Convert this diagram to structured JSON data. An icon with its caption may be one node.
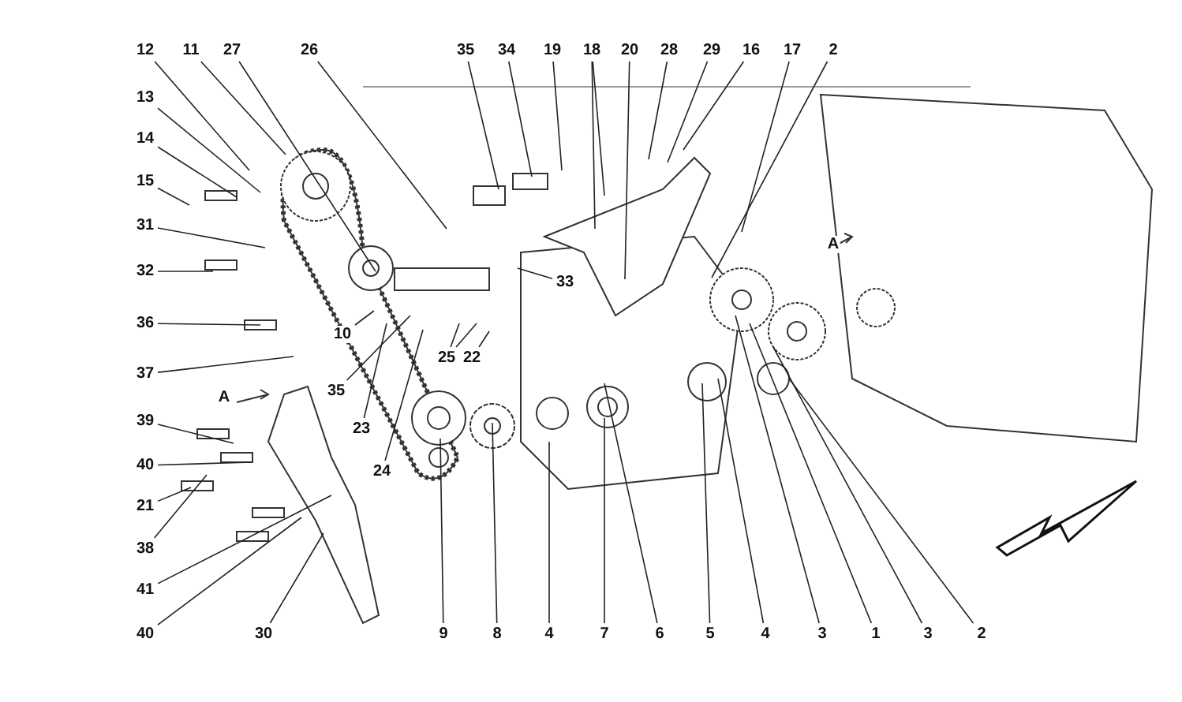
{
  "diagram": {
    "nodes": [
      {
        "text": [
          "12"
        ]
      },
      {
        "text": [
          "11"
        ]
      },
      {
        "text": [
          "27"
        ]
      },
      {
        "text": [
          "26"
        ]
      },
      {
        "text": [
          "35"
        ]
      },
      {
        "text": [
          "34"
        ]
      },
      {
        "text": [
          "19"
        ]
      },
      {
        "text": [
          "18"
        ]
      },
      {
        "text": [
          "20"
        ]
      },
      {
        "text": [
          "28"
        ]
      },
      {
        "text": [
          "29"
        ]
      },
      {
        "text": [
          "16"
        ]
      },
      {
        "text": [
          "17"
        ]
      },
      {
        "text": [
          "2"
        ]
      },
      {
        "text": [
          "13"
        ]
      },
      {
        "text": [
          "14"
        ]
      },
      {
        "text": [
          "15"
        ]
      },
      {
        "text": [
          "31"
        ]
      },
      {
        "text": [
          "32"
        ]
      },
      {
        "text": [
          "33"
        ]
      },
      {
        "text": [
          "36"
        ]
      },
      {
        "text": [
          "10"
        ]
      },
      {
        "text": [
          "25"
        ]
      },
      {
        "text": [
          "22"
        ]
      },
      {
        "text": [
          "37"
        ]
      },
      {
        "text": [
          "35"
        ]
      },
      {
        "text": [
          "39"
        ]
      },
      {
        "text": [
          "23"
        ]
      },
      {
        "text": [
          "40"
        ]
      },
      {
        "text": [
          "24"
        ]
      },
      {
        "text": [
          "21"
        ]
      },
      {
        "text": [
          "38"
        ]
      },
      {
        "text": [
          "41"
        ]
      },
      {
        "text": [
          "40"
        ]
      },
      {
        "text": [
          "30"
        ]
      },
      {
        "text": [
          "9"
        ]
      },
      {
        "text": [
          "8"
        ]
      },
      {
        "text": [
          "4"
        ]
      },
      {
        "text": [
          "7"
        ]
      },
      {
        "text": [
          "6"
        ]
      },
      {
        "text": [
          "5"
        ]
      },
      {
        "text": [
          "4"
        ]
      },
      {
        "text": [
          "3"
        ]
      },
      {
        "text": [
          "1"
        ]
      },
      {
        "text": [
          "3"
        ]
      },
      {
        "text": [
          "2"
        ]
      }
    ],
    "edges": [
      {
        "from": 0,
        "to": null,
        "arrow": "none"
      },
      {
        "from": 1,
        "to": null,
        "arrow": "none"
      },
      {
        "from": 2,
        "to": null,
        "arrow": "none"
      },
      {
        "from": 3,
        "to": null,
        "arrow": "none"
      },
      {
        "from": 4,
        "to": null,
        "arrow": "none"
      },
      {
        "from": 5,
        "to": null,
        "arrow": "none"
      },
      {
        "from": 6,
        "to": null,
        "arrow": "none"
      },
      {
        "from": 7,
        "to": null,
        "arrow": "none"
      },
      {
        "from": 8,
        "to": null,
        "arrow": "none"
      },
      {
        "from": 9,
        "to": null,
        "arrow": "none"
      },
      {
        "from": 10,
        "to": null,
        "arrow": "none"
      },
      {
        "from": 11,
        "to": null,
        "arrow": "none"
      },
      {
        "from": 12,
        "to": null,
        "arrow": "none"
      },
      {
        "from": 13,
        "to": null,
        "arrow": "none"
      },
      {
        "from": 14,
        "to": null,
        "arrow": "none"
      },
      {
        "from": 15,
        "to": null,
        "arrow": "none"
      },
      {
        "from": 16,
        "to": null,
        "arrow": "none"
      },
      {
        "from": 17,
        "to": null,
        "arrow": "none"
      },
      {
        "from": 18,
        "to": null,
        "arrow": "none"
      },
      {
        "from": 19,
        "to": null,
        "arrow": "none"
      },
      {
        "from": 20,
        "to": null,
        "arrow": "none"
      },
      {
        "from": 21,
        "to": null,
        "arrow": "none"
      },
      {
        "from": 22,
        "to": null,
        "arrow": "none"
      },
      {
        "from": 23,
        "to": null,
        "arrow": "none"
      },
      {
        "from": 24,
        "to": null,
        "arrow": "none"
      },
      {
        "from": 25,
        "to": null,
        "arrow": "none"
      },
      {
        "from": 26,
        "to": null,
        "arrow": "none"
      },
      {
        "from": 27,
        "to": null,
        "arrow": "none"
      },
      {
        "from": 28,
        "to": null,
        "arrow": "none"
      },
      {
        "from": 29,
        "to": null,
        "arrow": "none"
      },
      {
        "from": 30,
        "to": null,
        "arrow": "none"
      },
      {
        "from": 31,
        "to": null,
        "arrow": "none"
      },
      {
        "from": 32,
        "to": null,
        "arrow": "none"
      },
      {
        "from": 33,
        "to": null,
        "arrow": "none"
      },
      {
        "from": 34,
        "to": null,
        "arrow": "none"
      },
      {
        "from": 35,
        "to": null,
        "arrow": "none"
      },
      {
        "from": 36,
        "to": null,
        "arrow": "none"
      },
      {
        "from": 37,
        "to": null,
        "arrow": "none"
      },
      {
        "from": 38,
        "to": null,
        "arrow": "none"
      },
      {
        "from": 39,
        "to": null,
        "arrow": "none"
      },
      {
        "from": 40,
        "to": null,
        "arrow": "none"
      },
      {
        "from": 41,
        "to": null,
        "arrow": "none"
      },
      {
        "from": 42,
        "to": null,
        "arrow": "none"
      },
      {
        "from": 43,
        "to": null,
        "arrow": "none"
      },
      {
        "from": 44,
        "to": null,
        "arrow": "none"
      },
      {
        "from": 45,
        "to": null,
        "arrow": "none"
      },
      {
        "from": 7,
        "to": null,
        "arrow": "none"
      },
      {
        "from": 22,
        "to": null,
        "arrow": "none"
      }
    ],
    "labels": [
      "A",
      "A"
    ]
  }
}
